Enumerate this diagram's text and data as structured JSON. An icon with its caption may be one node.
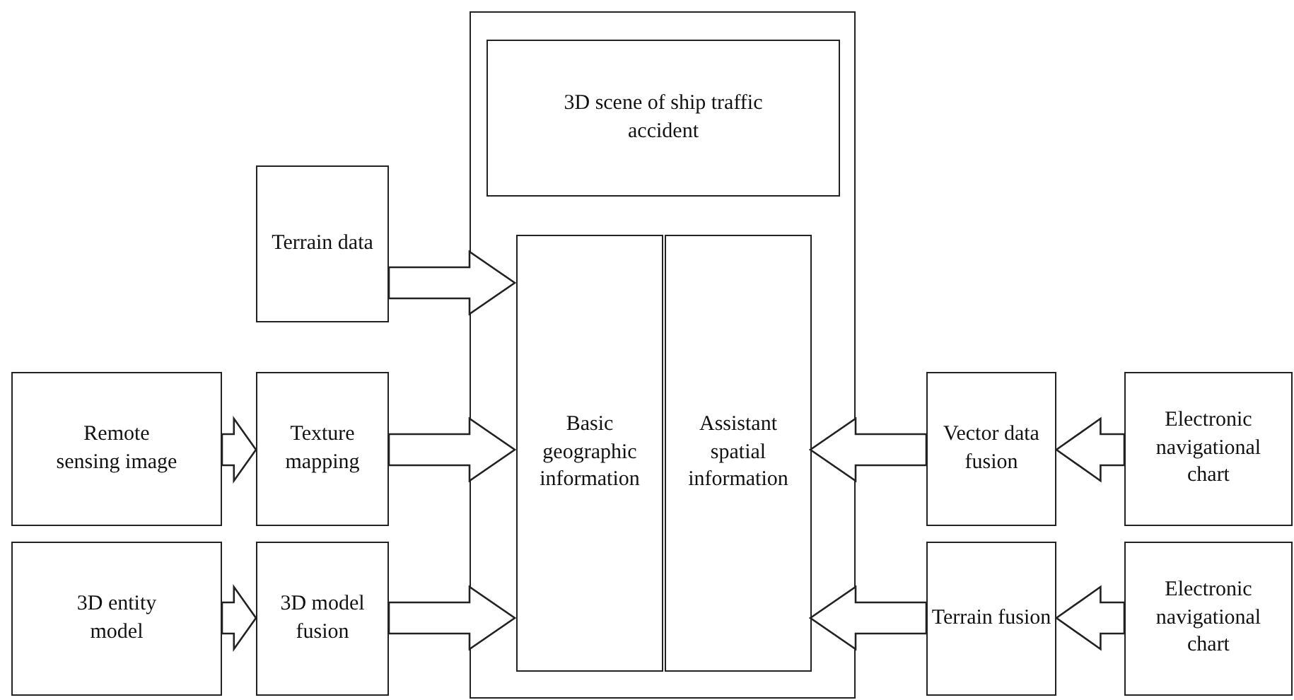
{
  "diagram": {
    "nodes": [
      {
        "text": [],
        "shape": "box"
      },
      {
        "text": [
          "3D scene of ship traffic accident"
        ],
        "in": 0
      },
      {
        "text": [
          "Basic geographic information"
        ],
        "in": 0
      },
      {
        "text": [
          "Assistant spatial information"
        ],
        "in": 0
      },
      {
        "text": [
          "Terrain data"
        ]
      },
      {
        "text": [
          "Remote sensing image"
        ]
      },
      {
        "text": [
          "Texture mapping"
        ]
      },
      {
        "text": [
          "3D entity model"
        ]
      },
      {
        "text": [
          "3D model fusion"
        ]
      },
      {
        "text": [
          "Vector data fusion"
        ]
      },
      {
        "text": [
          "Electronic navigational chart"
        ]
      },
      {
        "text": [
          "Terrain fusion"
        ]
      },
      {
        "text": [
          "Electronic navigational chart"
        ]
      }
    ],
    "edges": [
      {
        "from": 4,
        "to": 2,
        "arrow": "to"
      },
      {
        "from": 5,
        "to": 6,
        "arrow": "to"
      },
      {
        "from": 6,
        "to": 2,
        "arrow": "to"
      },
      {
        "from": 7,
        "to": 8,
        "arrow": "to"
      },
      {
        "from": 8,
        "to": 2,
        "arrow": "to"
      },
      {
        "from": 10,
        "to": 9,
        "arrow": "to"
      },
      {
        "from": 9,
        "to": 3,
        "arrow": "to"
      },
      {
        "from": 12,
        "to": 11,
        "arrow": "to"
      },
      {
        "from": 11,
        "to": 3,
        "arrow": "to"
      }
    ]
  }
}
